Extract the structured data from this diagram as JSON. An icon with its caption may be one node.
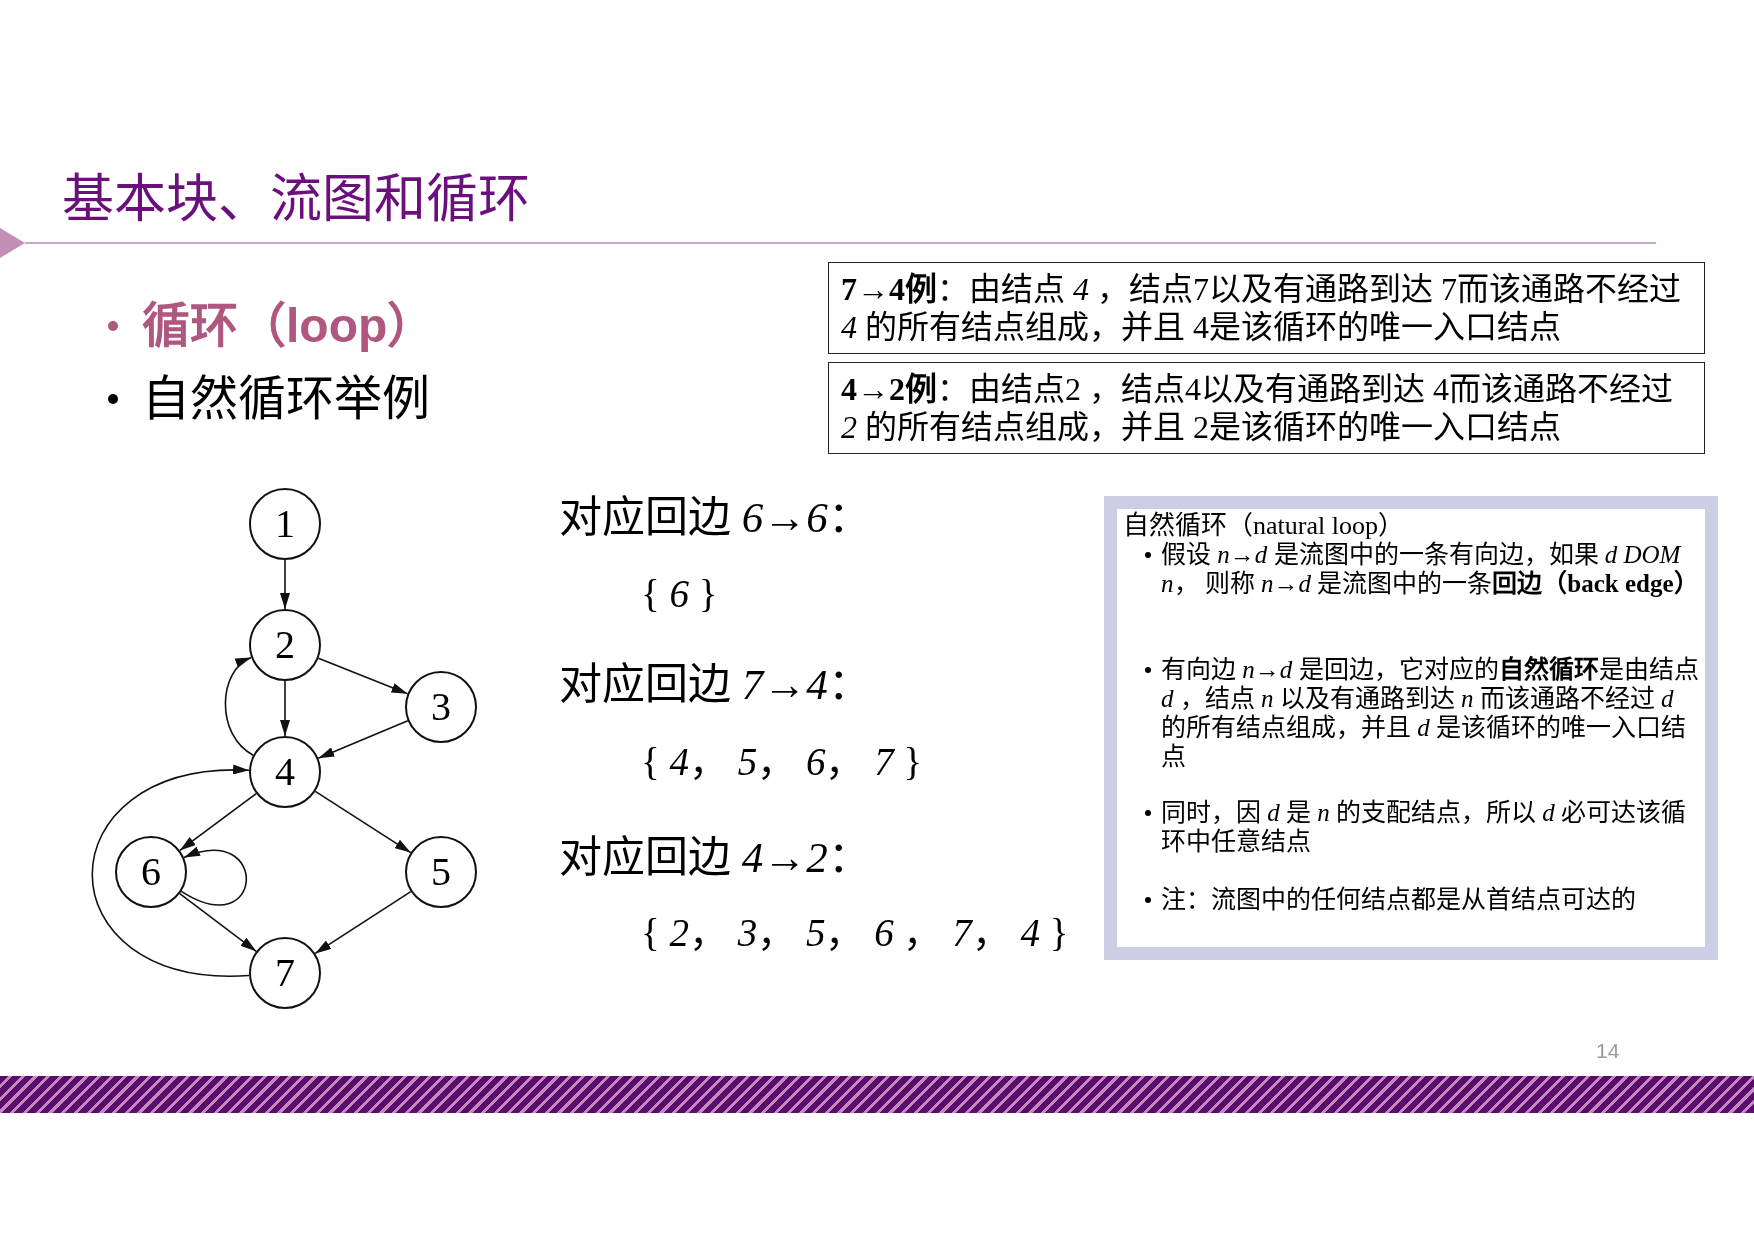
{
  "diagram": {
    "title": "基本块、流图和循环",
    "nodes": [
      {
        "text": [
          "**7→4例**：由结点 *4* ，结点7以及有通路到达 7而该通路不经过 *4* 的所有结点组成，并且 4是该循环的唯一入口结点"
        ]
      },
      {
        "text": [
          "**4→2例**：由结点2 ，结点4以及有通路到达 4而该通路不经过 *2* 的所有结点组成，并且 2是该循环的唯一入口结点"
        ]
      },
      {
        "text": [
          "1"
        ]
      },
      {
        "text": [
          "2"
        ]
      },
      {
        "text": [
          "3"
        ]
      },
      {
        "text": [
          "4"
        ]
      },
      {
        "text": [
          "5"
        ]
      },
      {
        "text": [
          "6"
        ]
      },
      {
        "text": [
          "7"
        ]
      },
      {
        "text": [
          "自然循环（natural loop）",
          "假设 *n→d* 是流图中的一条有向边，如果 *d DOM n*， 则称 *n→d* 是流图中的一条**回边（back edge）**",
          "有向边 *n→d* 是回边，它对应的**自然循环**是由结点 *d* ，结点 *n* 以及有通路到达 *n* 而该通路不经过 *d* 的所有结点组成，并且 *d* 是该循环的唯一入口结点",
          "同时，因 *d* 是 *n* 的支配结点，所以 *d* 必可达该循环中任意结点",
          "注：流图中的任何结点都是从首结点可达的"
        ]
      }
    ],
    "edges": [
      {
        "from": 2,
        "to": 3,
        "arrow": "to"
      },
      {
        "from": 3,
        "to": 4,
        "arrow": "to"
      },
      {
        "from": 3,
        "to": 5,
        "arrow": "to"
      },
      {
        "from": 4,
        "to": 5,
        "arrow": "to"
      },
      {
        "from": 5,
        "to": 3,
        "arrow": "to"
      },
      {
        "from": 5,
        "to": 7,
        "arrow": "to"
      },
      {
        "from": 5,
        "to": 6,
        "arrow": "to"
      },
      {
        "from": 7,
        "to": 7,
        "arrow": "to"
      },
      {
        "from": 7,
        "to": 8,
        "arrow": "to"
      },
      {
        "from": 6,
        "to": 8,
        "arrow": "to"
      },
      {
        "from": 8,
        "to": 5,
        "arrow": "to"
      }
    ],
    "labels": [
      "循环（loop）",
      "自然循环举例",
      "对应回边 *6→6*：",
      "{ *6* }",
      "对应回边 *7→4*：",
      "{ *4*， *5*， *6*， *7* }",
      "对应回边 *4→2*：",
      "{ *2*， *3*， *5*， *6* ， *7*， *4* }",
      "14"
    ]
  }
}
